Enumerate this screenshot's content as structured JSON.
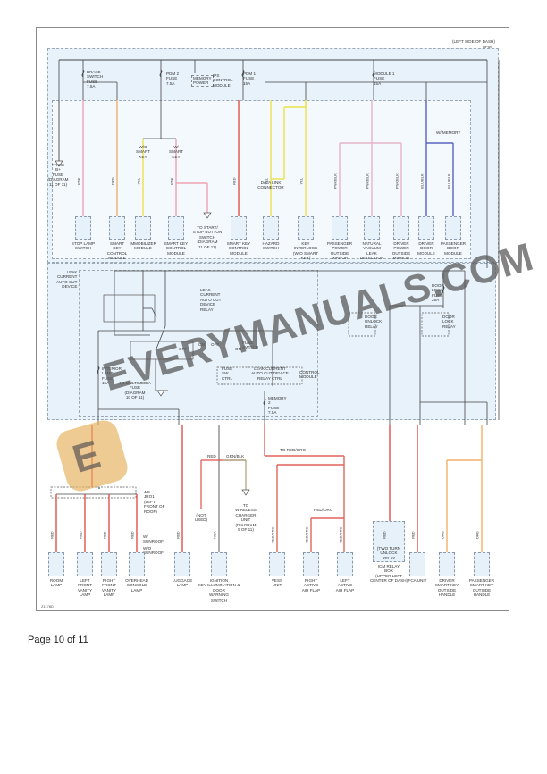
{
  "header": {
    "location": "(LEFT SIDE OF DASH)",
    "sub": "(IPM)"
  },
  "fuses": [
    {
      "label": "BRAKE\nSWITCH\nFUSE\n7.5A"
    },
    {
      "label": "PDM 2\nFUSE\n7.5A"
    },
    {
      "label": "MEMORY\nPOWER"
    },
    {
      "label": "IPS\nCONTROL\nMODULE"
    },
    {
      "label": "PDM 1\nFUSE\n15A"
    },
    {
      "label": "MODULE 1\nFUSE\n15A"
    }
  ],
  "top_notes": {
    "from_b": "FROM\nB+\nFUSE\n(DIAGRAM\n11 OF 11)",
    "wo_smart_key": "W/O\nSMART\nKEY",
    "w_smart_key": "W/\nSMART\nKEY",
    "data_link": "DATA LINK\nCONNECTOR",
    "w_memory": "W/ MEMORY",
    "start_stop": "TO START/\nSTOP BUTTON\nSWITCH\n(DIAGRAM\n11 OF 11)"
  },
  "top_components": [
    {
      "label": "STOP LAMP\nSWITCH",
      "wire": "PNK"
    },
    {
      "label": "SMART\nKEY\nCONTROL\nMODULE",
      "wire": "ORG"
    },
    {
      "label": "IMMOBILIZER\nMODULE",
      "wire": "YEL"
    },
    {
      "label": "SMART KEY\nCONTROL\nMODULE",
      "wire": "PNK"
    },
    {
      "label": "SMART KEY\nCONTROL\nMODULE",
      "wire": "RED"
    },
    {
      "label": "HAZARD\nSWITCH",
      "wire": "YEL"
    },
    {
      "label": "KEY\nINTERLOCK\n(W/O SMART\nKEY)",
      "wire": "YEL"
    },
    {
      "label": "PASSENGER\nPOWER\nOUTSIDE\nMIRROR",
      "wire": "PNK/BLK"
    },
    {
      "label": "NATURAL\nVACUUM\nLEAK\nDETECTION",
      "wire": "PNK/BLK"
    },
    {
      "label": "DRIVER\nPOWER\nOUTSIDE\nMIRROR",
      "wire": "PNK/BLK"
    },
    {
      "label": "DRIVER\nDOOR\nMODULE",
      "wire": "BLU/BLK"
    },
    {
      "label": "PASSENGER\nDOOR\nMODULE",
      "wire": "BLU/BLK"
    }
  ],
  "middle": {
    "device": "LEAK\nCURRENT\nAUTO CUT\nDEVICE",
    "relay": "LEAK\nCURRENT\nAUTO CUT\nDEVICE\nRELAY",
    "off1": "OFF",
    "on1": "ON",
    "off2": "OFF",
    "on2": "ON",
    "fuse_switch": "FUSE\nSWITCH",
    "fuse_sw_ctrl": "FUSE\nSW\nCTRL",
    "relay_ctrl": "LEAK CURRENT\nAUTO CUT DEVICE\nRELAY CTRL",
    "control_module": "CONTROL\nMODULE",
    "interior_fuse": "INTERIOR\nLAMP\nFUSE\n15A",
    "multimedia": "TO MULTIMEDIA\nFUSE\n(DIAGRAM\n10 OF 11)",
    "memory_fuse": "MEMORY\n2\nFUSE\n7.5A",
    "door_lock_fuse": "DOOR\nLOCK\nFUSE\n25A",
    "door_unlock_relay": "DOOR\nUNLOCK\nRELAY",
    "door_lock_relay": "DOOR\nLOCK\nRELAY"
  },
  "bottom_notes": {
    "jc": "J/C\nJRO1\n(LEFT\nFRONT OF\nROOF)",
    "w_sunroof": "W/\nSUNROOF",
    "wo_sunroof": "W/O\nSUNROOF",
    "not_used": "(NOT\nUSED)",
    "wireless": "TO\nWIRELESS\nCHARGER\nUNIT\n(DIAGRAM\n5 OF 11)",
    "grn_blk": "GRN/BLK",
    "red": "RED",
    "to_red_org": "TO  RED/ORG",
    "red_org": "RED/ORG"
  },
  "bottom_components": [
    {
      "label": "ROOM\nLAMP",
      "wire": "RED"
    },
    {
      "label": "LEFT\nFRONT\nVANITY\nLAMP",
      "wire": "RED"
    },
    {
      "label": "RIGHT\nFRONT\nVANITY\nLAMP",
      "wire": "RED"
    },
    {
      "label": "OVERHEAD\nCONSOLE\nLAMP",
      "wire": "RED"
    },
    {
      "label": "LUGGAGE\nLAMP",
      "wire": "RED"
    },
    {
      "label": "IGNITION\nKEY ILLUMINATION &\nDOOR\nWARNING\nSWITCH",
      "wire": "NCA"
    },
    {
      "label": "VESS\nUNIT",
      "wire": "RED/ORG"
    },
    {
      "label": "RIGHT\nACTIVE\nAIR FLAP",
      "wire": "RED/ORG"
    },
    {
      "label": "LEFT\nACTIVE\nAIR FLAP",
      "wire": "RED/ORG"
    },
    {
      "label": "ICM RELAY\nBOX\n(UPPER LEFT\nCENTER OF DASH)",
      "inner": "(TWO TURN\nUNLOCK\nRELAY",
      "wire": "RED"
    },
    {
      "label": "FCA UNIT",
      "wire": "RED"
    },
    {
      "label": "DRIVER\nSMART KEY\nOUTSIDE\nHANDLE",
      "wire": "ORG"
    },
    {
      "label": "PASSENGER\nSMART KEY\nOUTSIDE\nHANDLE",
      "wire": "ORG"
    }
  ],
  "diagram_code": "Z1178D",
  "watermark": "EVERYMANUALS.COM",
  "watermark_logo": "E",
  "footer": {
    "page": "Page 10 of 11"
  },
  "colors": {
    "PNK": "#f0a3b3",
    "ORG": "#f2b068",
    "YEL": "#ece24a",
    "RED": "#e0524c",
    "PNK/BLK": "#e6b4c8",
    "BLU/BLK": "#5a62c2",
    "NCA": "#777777",
    "RED/ORG": "#e0645a",
    "GRN/BLK": "#a7a07a",
    "line": "#444444",
    "panel": "#e6f1fa"
  }
}
